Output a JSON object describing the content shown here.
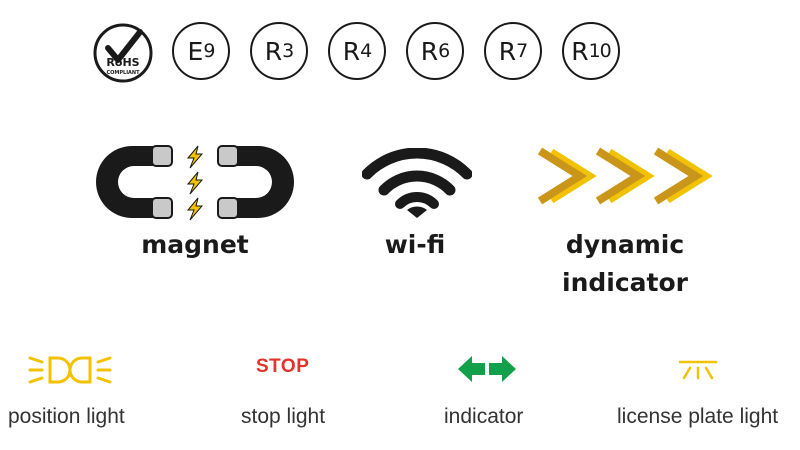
{
  "certifications": {
    "rohs": {
      "title": "RoHS",
      "subtitle": "COMPLIANT"
    },
    "marks": [
      {
        "letter": "E",
        "number": "9"
      },
      {
        "letter": "R",
        "number": "3"
      },
      {
        "letter": "R",
        "number": "4"
      },
      {
        "letter": "R",
        "number": "6"
      },
      {
        "letter": "R",
        "number": "7"
      },
      {
        "letter": "R",
        "number": "10"
      }
    ]
  },
  "features": {
    "magnet": {
      "label": "magnet"
    },
    "wifi": {
      "label": "wi-fi"
    },
    "dynamic_indicator": {
      "label_line1": "dynamic",
      "label_line2": "indicator"
    }
  },
  "lights": {
    "position": {
      "label": "position light"
    },
    "stop": {
      "label": "stop light",
      "icon_text": "STOP"
    },
    "indicator": {
      "label": "indicator"
    },
    "license_plate": {
      "label": "license plate light"
    }
  },
  "colors": {
    "dark": "#1a1a1a",
    "yellow": "#f2c200",
    "gold": "#c9961a",
    "red": "#e0332a",
    "green": "#12a04a"
  }
}
